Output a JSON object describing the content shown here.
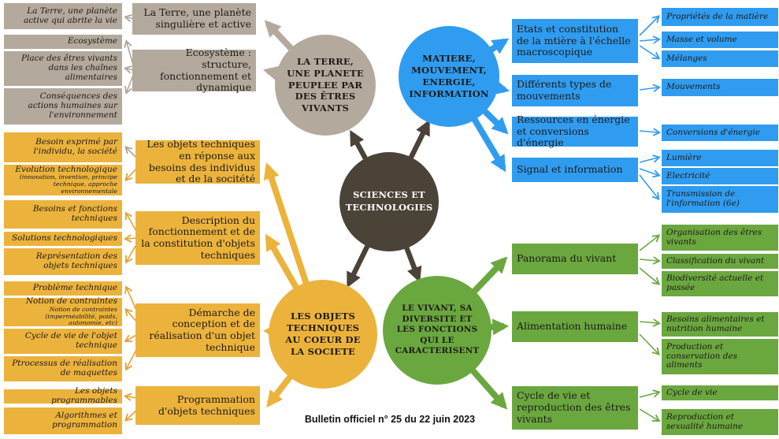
{
  "colors": {
    "gray": "#b4a99d",
    "blue": "#2f9cf0",
    "yellow": "#ecb33c",
    "green": "#6ba73f",
    "center_dark": "#4b4238",
    "text": "#1d1b17"
  },
  "center": {
    "label": "SCIENCES ET TECHNOLOGIES"
  },
  "footer": {
    "text": "Bulletin officiel n° 25 du 22 juin 2023"
  },
  "branches": {
    "terre": {
      "circle_label": "LA TERRE, UNE PLANETE PEUPLEE PAR DES ÊTRES VIVANTS",
      "sections": [
        {
          "label": "La Terre, une planète singulière et active",
          "leaves": [
            {
              "label": "La Terre, une planète active qui abrite la vie"
            }
          ]
        },
        {
          "label": "Ecosystème : structure, fonctionnement et dynamique",
          "leaves": [
            {
              "label": "Ecosystème"
            },
            {
              "label": "Place des êtres vivants dans les chaînes alimentaires"
            },
            {
              "label": "Conséquences des actions humaines sur l'environnement"
            }
          ]
        }
      ]
    },
    "matiere": {
      "circle_label": "MATIERE, MOUVEMENT, ENERGIE, INFORMATION",
      "sections": [
        {
          "label": "Etats et constitution de la mtière à l'échelle macroscopique",
          "leaves": [
            {
              "label": "Propriétés de la matière"
            },
            {
              "label": "Masse et volume"
            },
            {
              "label": "Mélanges"
            }
          ]
        },
        {
          "label": "Différents types de mouvements",
          "leaves": [
            {
              "label": "Mouvements"
            }
          ]
        },
        {
          "label": "Ressources en énergie et conversions d'énergie",
          "leaves": [
            {
              "label": "Conversions d'énergie"
            }
          ]
        },
        {
          "label": "Signal et information",
          "leaves": [
            {
              "label": "Lumière"
            },
            {
              "label": "Electricité"
            },
            {
              "label": "Transmission de l'information (6e)"
            }
          ]
        }
      ]
    },
    "objets": {
      "circle_label": "LES OBJETS TECHNIQUES AU COEUR DE LA SOCIETE",
      "sections": [
        {
          "label": "Les objets techniques en réponse aux besoins des individus et de la socitété",
          "leaves": [
            {
              "label": "Besoin exprimé par l'individu, la société"
            },
            {
              "label": "Evolution technologique",
              "note": "(innovation, invention, principe technique, approche environnementale"
            }
          ]
        },
        {
          "label": "Description du fonctionnement et de la constitution d'objets techniques",
          "leaves": [
            {
              "label": "Besoins et fonctions techniques"
            },
            {
              "label": "Solutions technologiques"
            },
            {
              "label": "Représentation des objets techniques"
            }
          ]
        },
        {
          "label": "Démarche de conception et de réalisation d'un objet technique",
          "leaves": [
            {
              "label": "Problème technique"
            },
            {
              "label": "Notion de contraintes",
              "note": "Notion de contraintes (imperméabilité, poids, autonomie, etc)"
            },
            {
              "label": "Cycle de vie de l'objet technique"
            },
            {
              "label": "Ptrocessus de réalisation de maquettes"
            }
          ]
        },
        {
          "label": "Programmation d'objets techniques",
          "leaves": [
            {
              "label": "Les objets programmables"
            },
            {
              "label": "Algorithmes et programmation"
            }
          ]
        }
      ]
    },
    "vivant": {
      "circle_label": "LE VIVANT, SA DIVERSITE ET LES FONCTIONS QUI LE CARACTERISENT",
      "sections": [
        {
          "label": "Panorama du vivant",
          "leaves": [
            {
              "label": "Organisation des êtres vivants"
            },
            {
              "label": "Classification du vivant"
            },
            {
              "label": "Biodiversité actuelle et passée"
            }
          ]
        },
        {
          "label": "Alimentation humaine",
          "leaves": [
            {
              "label": "Besoins alimentaires et nutrition humaine"
            },
            {
              "label": "Production et conservation des aliments"
            }
          ]
        },
        {
          "label": "Cycle de vie et reproduction des êtres vivants",
          "leaves": [
            {
              "label": "Cycle de vie"
            },
            {
              "label": "Reproduction et sexualité humaine"
            }
          ]
        }
      ]
    }
  }
}
